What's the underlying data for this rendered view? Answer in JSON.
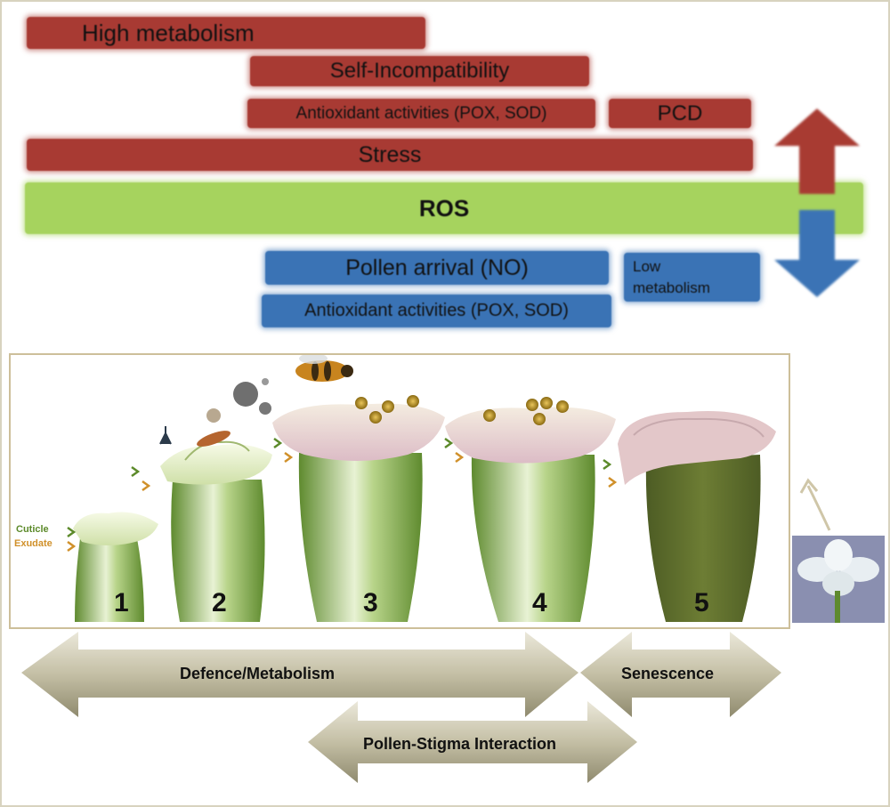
{
  "top_bars": {
    "high_metabolism": "High metabolism",
    "self_incompatibility": "Self-Incompatibility",
    "antioxidant_up": "Antioxidant activities (POX, SOD)",
    "pcd": "PCD",
    "stress": "Stress",
    "ros": "ROS"
  },
  "bottom_bars": {
    "pollen_arrival": "Pollen arrival (NO)",
    "low_metabolism": "Low metabolism",
    "antioxidant_down": "Antioxidant activities (POX, SOD)"
  },
  "stigma_labels": {
    "cuticle": "Cuticle",
    "exudate": "Exudate"
  },
  "stages": [
    "1",
    "2",
    "3",
    "4",
    "5"
  ],
  "phases": {
    "defence": "Defence/Metabolism",
    "senescence": "Senescence",
    "interaction": "Pollen-Stigma Interaction"
  },
  "colors": {
    "increase": "#a83a33",
    "ros": "#a6d35e",
    "decrease": "#3a73b5",
    "stigma_green": "#6f9a3a",
    "senescent": "#5a6a2a",
    "phase_arrow": "#b9b49e"
  }
}
